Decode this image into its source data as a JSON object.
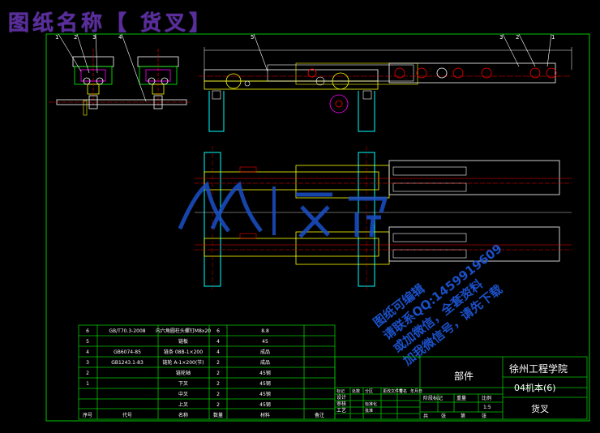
{
  "title": "图纸名称【 货叉】",
  "callouts": {
    "left_view": [
      "1",
      "2",
      "3",
      "4"
    ],
    "top_right": [
      "3",
      "2",
      "1"
    ],
    "center": "5"
  },
  "watermark": {
    "logo_text": "人人文库",
    "lines": [
      "图纸可编辑",
      "请联系QQ:1459919609",
      "或加微信，全套资料",
      "加我微信号，请先下载"
    ]
  },
  "bom": {
    "rows": [
      {
        "no": "6",
        "code": "GB/T70.3-2008",
        "name": "内六角圆柱头螺钉M8x20",
        "qty": "6",
        "material": "8.8",
        "note": ""
      },
      {
        "no": "5",
        "code": "",
        "name": "链板",
        "qty": "4",
        "material": "45",
        "note": ""
      },
      {
        "no": "4",
        "code": "GB6074-85",
        "name": "链条 08B-1×200",
        "qty": "4",
        "material": "成品",
        "note": ""
      },
      {
        "no": "3",
        "code": "GB1243.1-83",
        "name": "链轮 A-1×200(节)",
        "qty": "2",
        "material": "成品",
        "note": ""
      },
      {
        "no": "2",
        "code": "",
        "name": "链轮轴",
        "qty": "2",
        "material": "45钢",
        "note": ""
      },
      {
        "no": "1",
        "code": "",
        "name": "下叉",
        "qty": "2",
        "material": "45钢",
        "note": ""
      },
      {
        "no": "",
        "code": "",
        "name": "中叉",
        "qty": "2",
        "material": "45钢",
        "note": ""
      },
      {
        "no": "",
        "code": "",
        "name": "上叉",
        "qty": "2",
        "material": "45钢",
        "note": ""
      }
    ],
    "header": {
      "no": "序号",
      "code": "代号",
      "name": "名称",
      "qty": "数量",
      "material": "材料",
      "note": "备注"
    }
  },
  "title_block": {
    "part_label": "部件",
    "school": "徐州工程学院",
    "drawing_no": "04机本(6)",
    "drawing_name": "货叉",
    "rows_left": [
      "设计",
      "审核",
      "工艺"
    ],
    "stage_labels": [
      "阶段标记",
      "重量",
      "比例"
    ],
    "scale": "1:5",
    "sheet_labels": [
      "共",
      "张",
      "第",
      "张"
    ],
    "mark_cells": [
      "标记",
      "处数",
      "分区",
      "更改文件号",
      "签名",
      "年月日"
    ],
    "cost_label": "标准化",
    "approve_label": "批准"
  },
  "colors": {
    "border": "#00c800",
    "frame": "#ffffff",
    "part_yellow": "#ffff00",
    "part_cyan": "#00ffff",
    "part_red": "#ff0000",
    "part_magenta": "#ff00ff",
    "watermark_blue": "#1b50c8",
    "title_purple": "#5a2d9c"
  }
}
